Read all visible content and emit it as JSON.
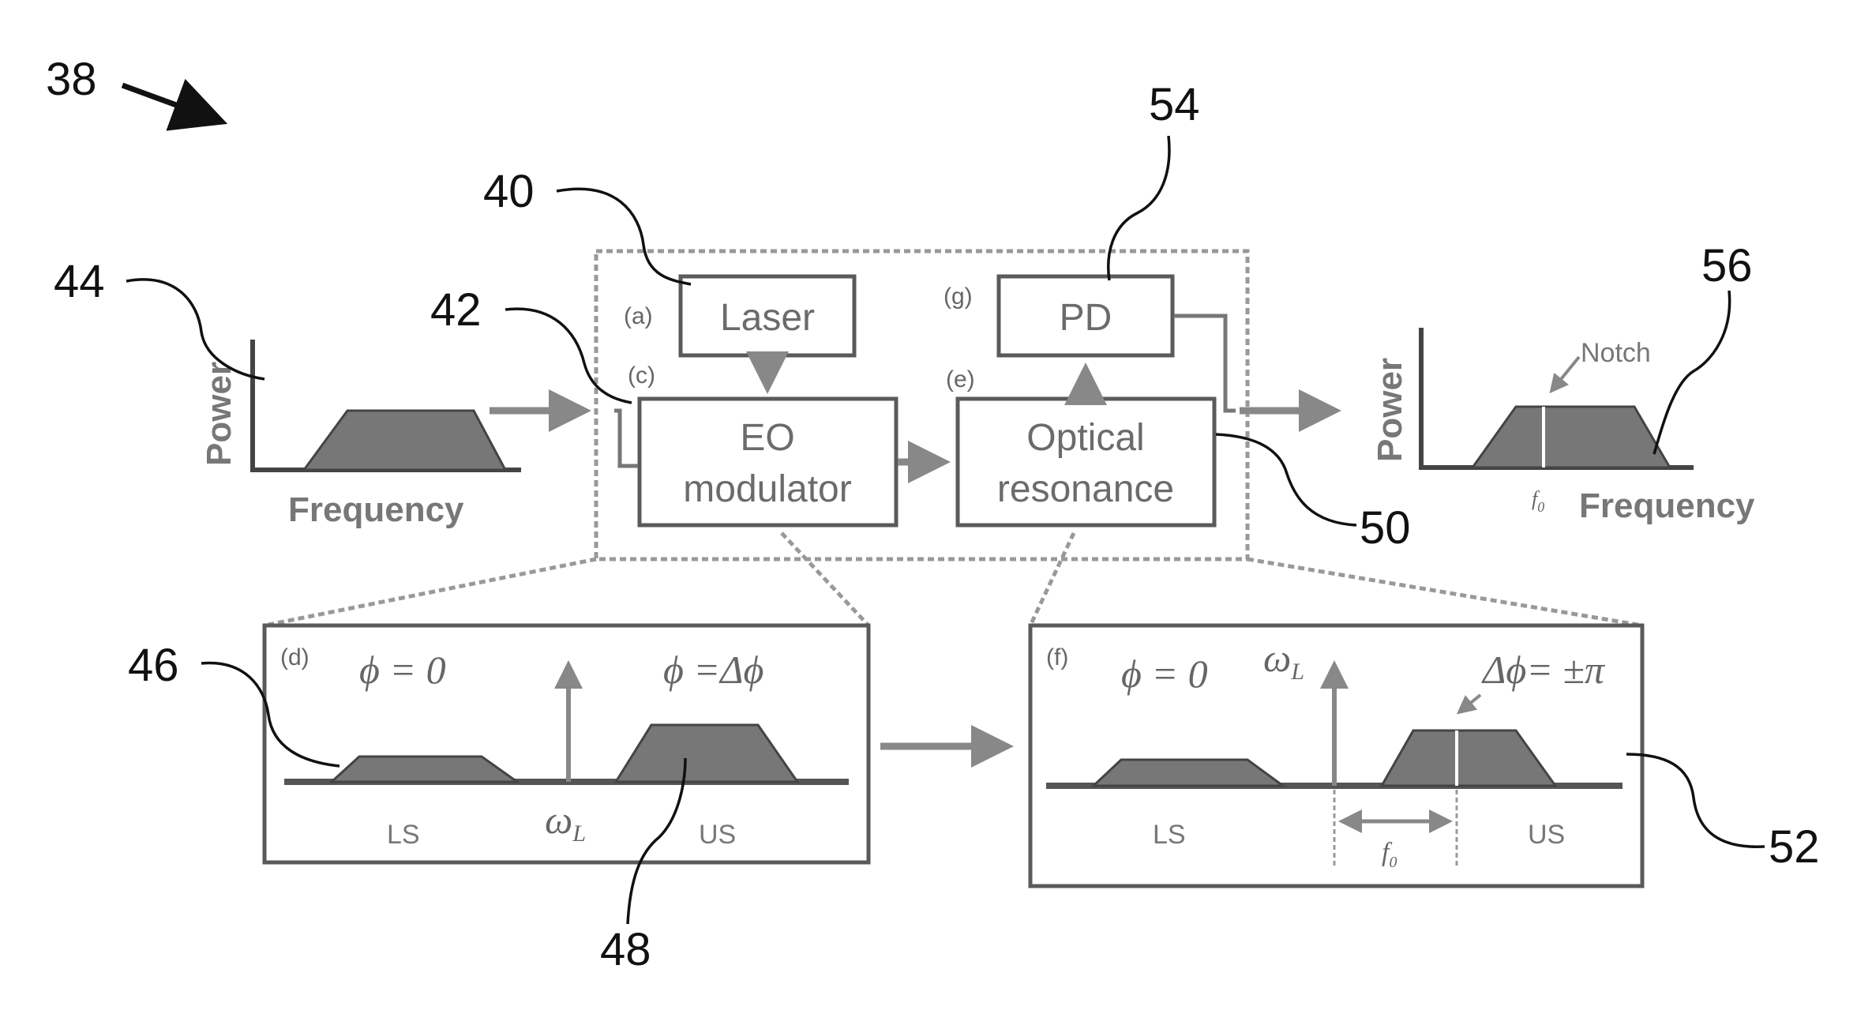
{
  "refs": {
    "r38": "38",
    "r40": "40",
    "r42": "42",
    "r44": "44",
    "r46": "46",
    "r48": "48",
    "r50": "50",
    "r52": "52",
    "r54": "54",
    "r56": "56"
  },
  "blocks": {
    "laser": {
      "tag": "(a)",
      "label": "Laser"
    },
    "eo": {
      "tag": "(c)",
      "line1": "EO",
      "line2": "modulator"
    },
    "optical": {
      "tag": "(e)",
      "line1": "Optical",
      "line2": "resonance"
    },
    "pd": {
      "tag": "(g)",
      "label": "PD"
    }
  },
  "input_spectrum": {
    "ylabel": "Power",
    "xlabel": "Frequency"
  },
  "output_spectrum": {
    "ylabel": "Power",
    "xlabel": "Frequency",
    "notch": "Notch",
    "f0": "f",
    "f0_sub": "0"
  },
  "panel_d": {
    "tag": "(d)",
    "phi_left": "ϕ = 0",
    "phi_right": "ϕ =Δϕ",
    "omega": "ω",
    "omega_sub": "L",
    "ls": "LS",
    "us": "US"
  },
  "panel_f": {
    "tag": "(f)",
    "phi_left": "ϕ = 0",
    "phi_right": "Δϕ= ±π",
    "omega": "ω",
    "omega_sub": "L",
    "ls": "LS",
    "us": "US",
    "f0": "f",
    "f0_sub": "0"
  }
}
